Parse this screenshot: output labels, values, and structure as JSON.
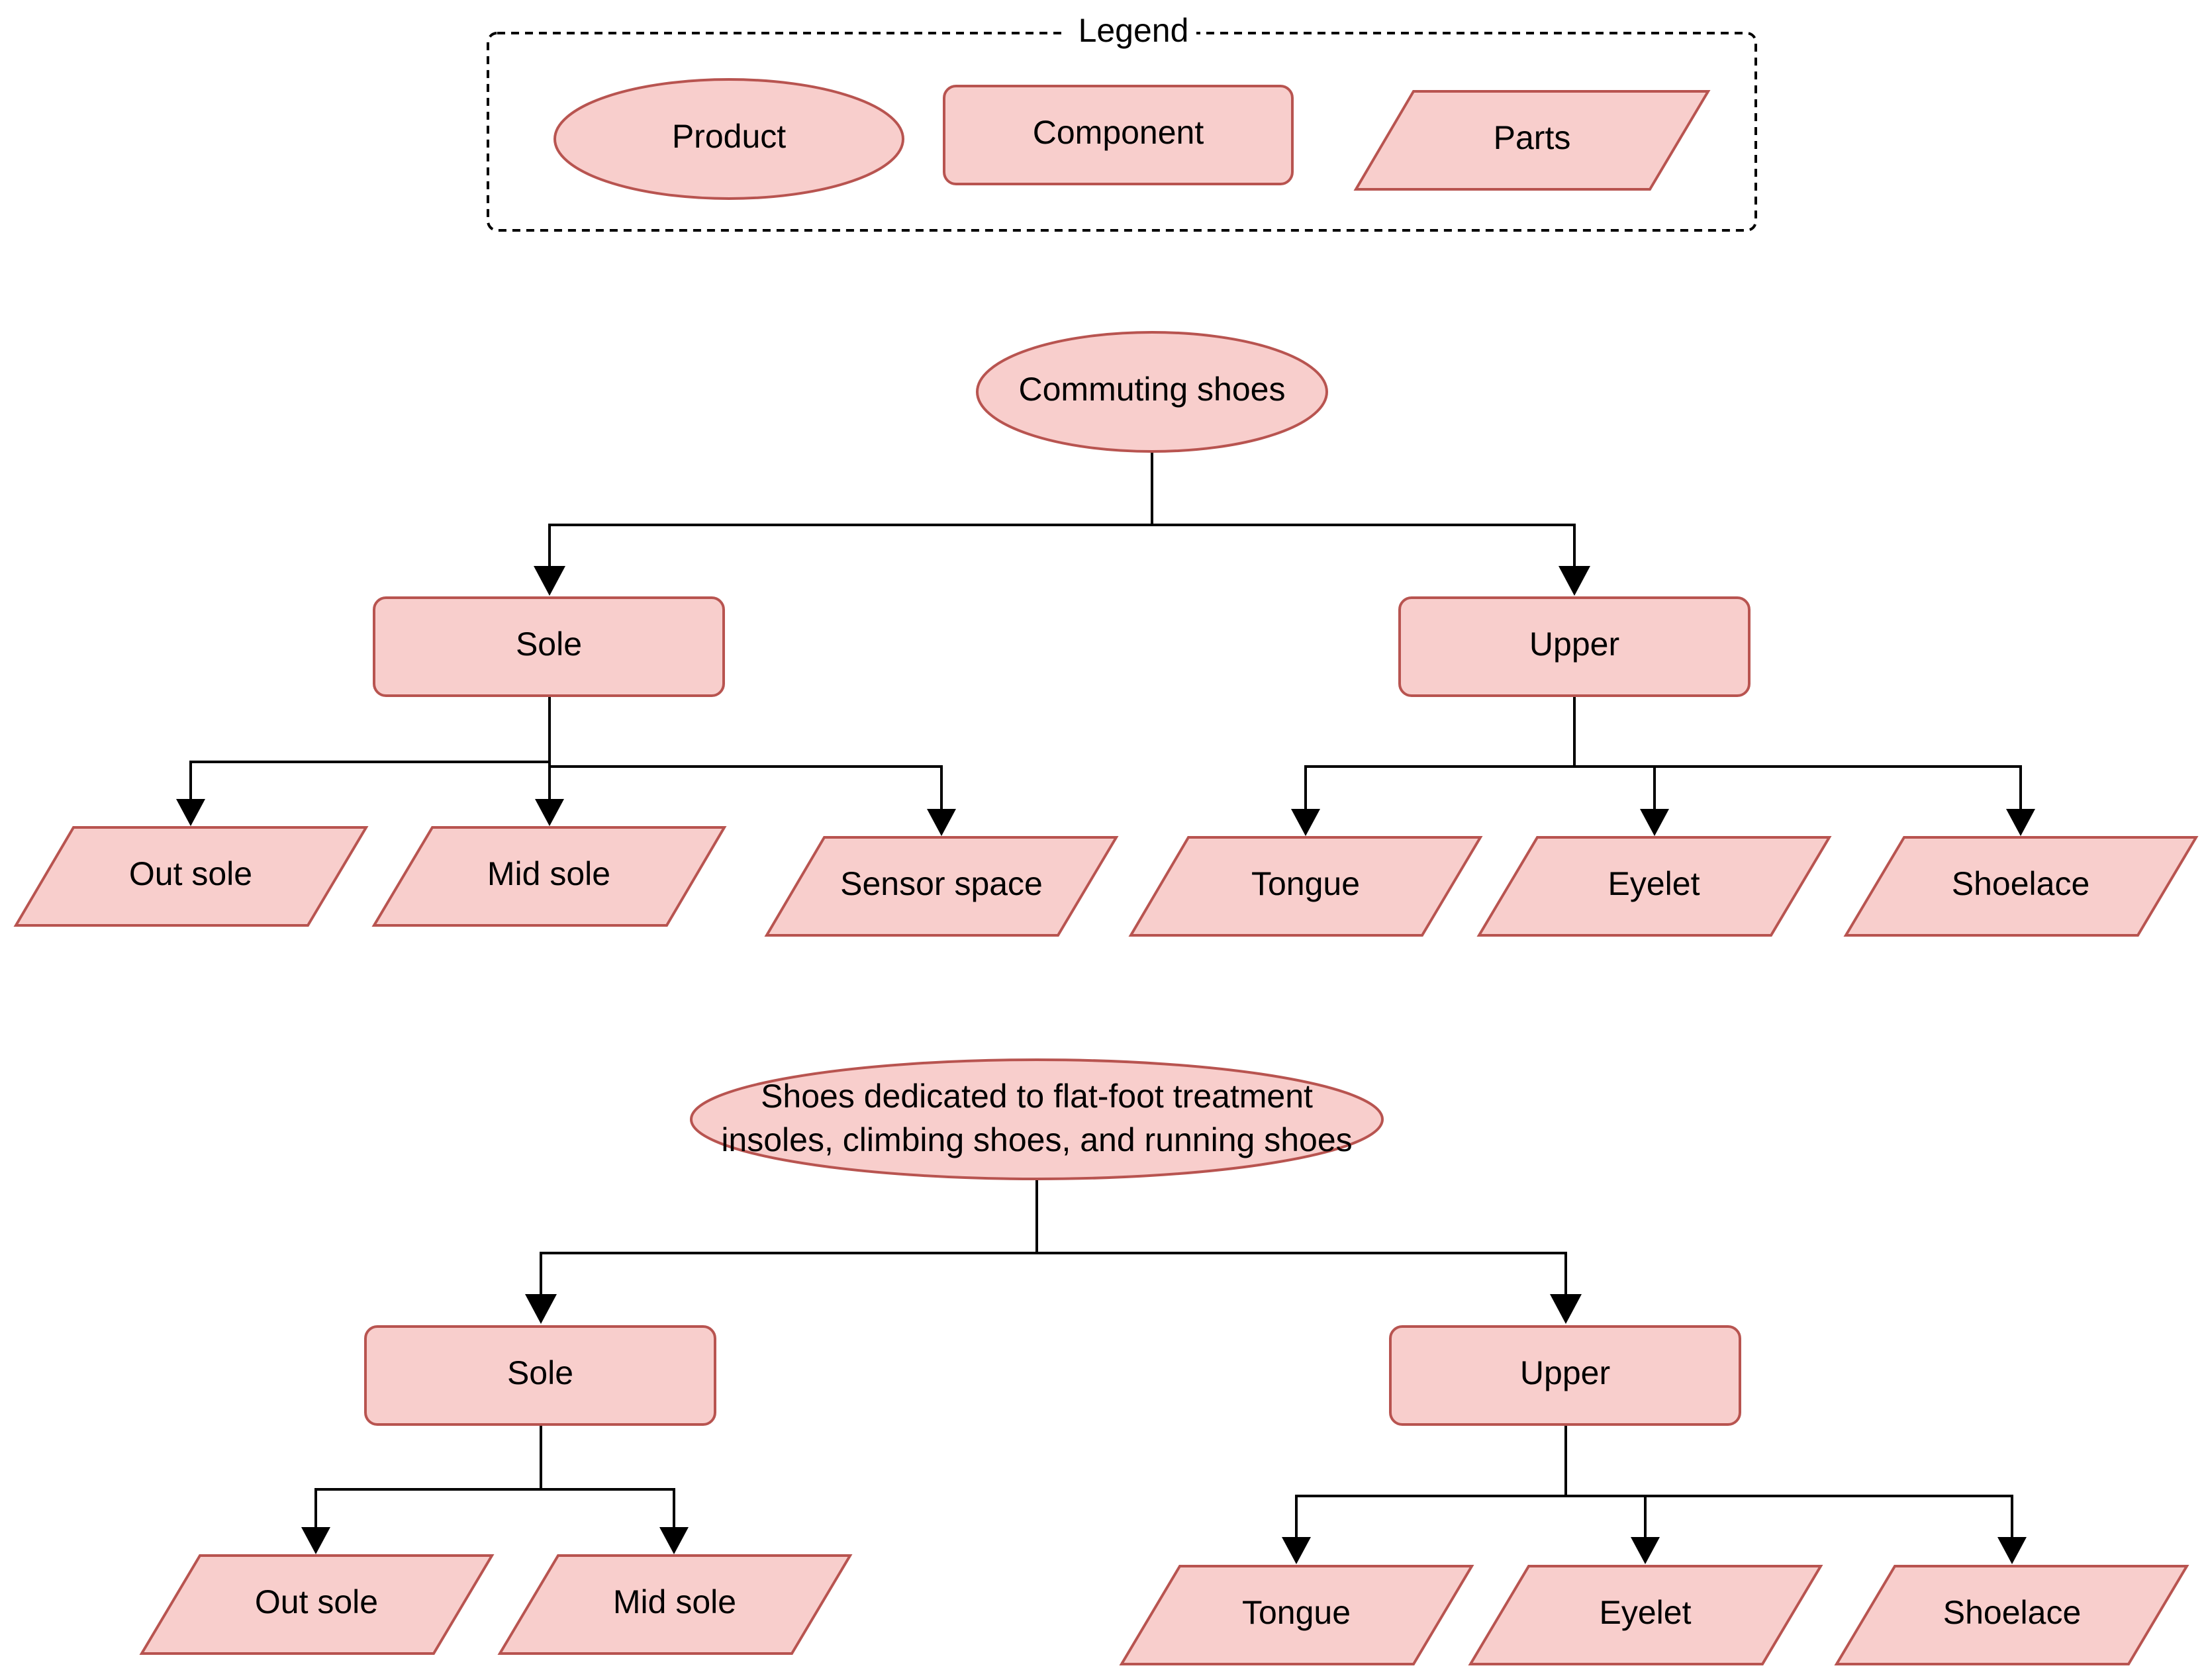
{
  "legend": {
    "title": "Legend",
    "product": "Product",
    "component": "Component",
    "parts": "Parts"
  },
  "tree1": {
    "product": "Commuting shoes",
    "sole": {
      "label": "Sole",
      "parts": [
        "Out sole",
        "Mid sole",
        "Sensor space"
      ]
    },
    "upper": {
      "label": "Upper",
      "parts": [
        "Tongue",
        "Eyelet",
        "Shoelace"
      ]
    }
  },
  "tree2": {
    "product_line1": "Shoes dedicated to flat-foot treatment",
    "product_line2": "insoles, climbing shoes, and running shoes",
    "sole": {
      "label": "Sole",
      "parts": [
        "Out sole",
        "Mid sole"
      ]
    },
    "upper": {
      "label": "Upper",
      "parts": [
        "Tongue",
        "Eyelet",
        "Shoelace"
      ]
    }
  },
  "colors": {
    "fill": "#f8cecc",
    "stroke": "#b85450",
    "edge": "#000000"
  }
}
